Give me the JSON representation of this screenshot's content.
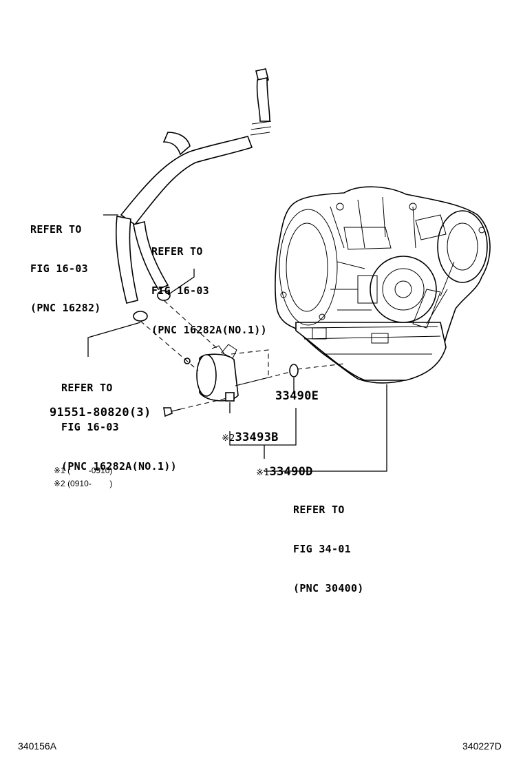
{
  "refs": {
    "hose_upper": {
      "line1": "REFER TO",
      "line2": "FIG 16-03",
      "line3": "(PNC 16282)"
    },
    "hose_right": {
      "line1": "REFER TO",
      "line2": "FIG 16-03",
      "line3": "(PNC 16282A(NO.1))"
    },
    "hose_lower": {
      "line1": "REFER TO",
      "line2": "FIG 16-03",
      "line3": "(PNC 16282A(NO.1))"
    },
    "transaxle": {
      "line1": "REFER TO",
      "line2": "FIG 34-01",
      "line3": "(PNC 30400)"
    }
  },
  "parts": {
    "bolt": "91551-80820(3)",
    "gasket": "33490E",
    "cooler": "33493B",
    "cooler_mark": "※2",
    "assy": "33490D",
    "assy_mark": "※1"
  },
  "notes": {
    "note1": "※1 (        -0910)",
    "note2": "※2 (0910-        )"
  },
  "footer": {
    "left_code": "340156A",
    "right_code": "340227D"
  }
}
